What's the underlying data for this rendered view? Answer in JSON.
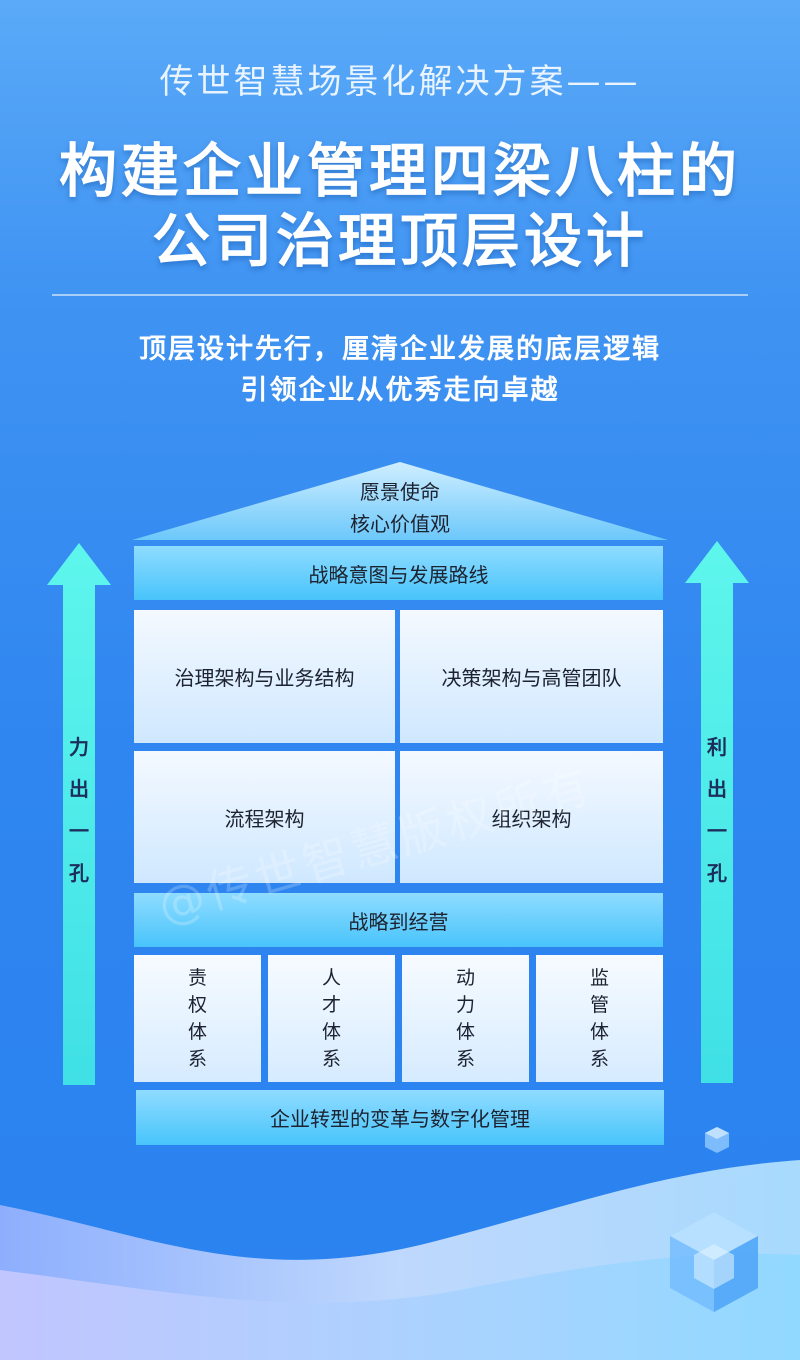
{
  "header": {
    "subtitle": "传世智慧场景化解决方案——",
    "title_line1": "构建企业管理四梁八柱的",
    "title_line2": "公司治理顶层设计",
    "tagline_line1": "顶层设计先行，厘清企业发展的底层逻辑",
    "tagline_line2": "引领企业从优秀走向卓越"
  },
  "diagram": {
    "roof": {
      "line1": "愿景使命",
      "line2": "核心价值观"
    },
    "strategy_bar": "战略意图与发展路线",
    "upper_panels": [
      "治理架构与业务结构",
      "决策架构与高管团队"
    ],
    "middle_panels": [
      "流程架构",
      "组织架构"
    ],
    "operation_bar": "战略到经营",
    "pillars": [
      "责权体系",
      "人才体系",
      "动力体系",
      "监管体系"
    ],
    "foundation": "企业转型的变革与数字化管理",
    "left_arrow": "力出一孔",
    "right_arrow": "利出一孔"
  },
  "watermark": "@传世智慧版权所有",
  "colors": {
    "accent_cyan": "#4ff0e8",
    "bar_blue": "#48c4fb",
    "background": "#2f86f0"
  }
}
